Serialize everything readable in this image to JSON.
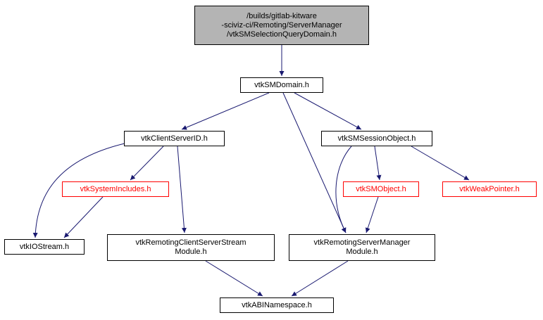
{
  "graph": {
    "colors": {
      "edge": "#191970",
      "node_border": "#000000",
      "node_text": "#000000",
      "red_node": "#ff0000",
      "root_bg": "#b4b4b4",
      "node_bg": "#ffffff"
    },
    "root": {
      "lines": [
        "/builds/gitlab-kitware",
        "-sciviz-ci/Remoting/ServerManager",
        "/vtkSMSelectionQueryDomain.h"
      ]
    },
    "nodes": {
      "smdomain": {
        "label": "vtkSMDomain.h"
      },
      "clientserverid": {
        "label": "vtkClientServerID.h"
      },
      "smsessionobject": {
        "label": "vtkSMSessionObject.h"
      },
      "systemincludes": {
        "label": "vtkSystemIncludes.h"
      },
      "smobject": {
        "label": "vtkSMObject.h"
      },
      "weakpointer": {
        "label": "vtkWeakPointer.h"
      },
      "iostream": {
        "label": "vtkIOStream.h"
      },
      "clientserverstream_module": {
        "lines": [
          "vtkRemotingClientServerStream",
          "Module.h"
        ]
      },
      "servermanager_module": {
        "lines": [
          "vtkRemotingServerManager",
          "Module.h"
        ]
      },
      "abinamespace": {
        "label": "vtkABINamespace.h"
      }
    },
    "edges": [
      {
        "from": "root",
        "to": "vtkSMDomain.h"
      },
      {
        "from": "vtkSMDomain.h",
        "to": "vtkClientServerID.h"
      },
      {
        "from": "vtkSMDomain.h",
        "to": "vtkSMSessionObject.h"
      },
      {
        "from": "vtkSMDomain.h",
        "to": "vtkRemotingServerManagerModule.h"
      },
      {
        "from": "vtkClientServerID.h",
        "to": "vtkSystemIncludes.h"
      },
      {
        "from": "vtkClientServerID.h",
        "to": "vtkIOStream.h"
      },
      {
        "from": "vtkClientServerID.h",
        "to": "vtkRemotingClientServerStreamModule.h"
      },
      {
        "from": "vtkSystemIncludes.h",
        "to": "vtkIOStream.h"
      },
      {
        "from": "vtkSMSessionObject.h",
        "to": "vtkSMObject.h"
      },
      {
        "from": "vtkSMSessionObject.h",
        "to": "vtkWeakPointer.h"
      },
      {
        "from": "vtkSMSessionObject.h",
        "to": "vtkRemotingServerManagerModule.h"
      },
      {
        "from": "vtkSMObject.h",
        "to": "vtkRemotingServerManagerModule.h"
      },
      {
        "from": "vtkRemotingClientServerStreamModule.h",
        "to": "vtkABINamespace.h"
      },
      {
        "from": "vtkRemotingServerManagerModule.h",
        "to": "vtkABINamespace.h"
      }
    ]
  }
}
